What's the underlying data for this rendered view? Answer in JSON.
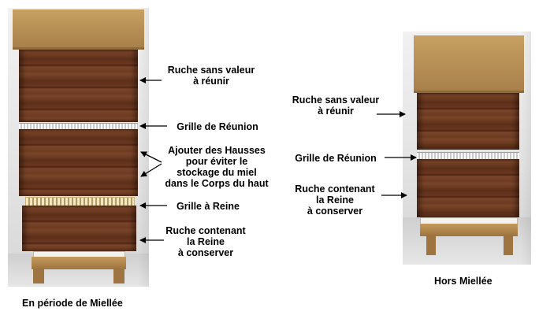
{
  "left_panel": {
    "caption": "En période de Miellée",
    "labels": {
      "ruche_sans_valeur": {
        "line1": "Ruche sans valeur",
        "line2": "à réunir"
      },
      "grille_reunion": "Grille de Réunion",
      "ajouter_hausses": {
        "line1": "Ajouter des Hausses",
        "line2": "pour éviter le",
        "line3": "stockage du miel",
        "line4": "dans le Corps du haut"
      },
      "grille_reine": "Grille à Reine",
      "ruche_contenant": {
        "line1": "Ruche contenant",
        "line2": "la Reine",
        "line3": "à conserver"
      }
    }
  },
  "right_panel": {
    "caption": "Hors Miellée",
    "labels": {
      "ruche_sans_valeur": {
        "line1": "Ruche sans valeur",
        "line2": "à réunir"
      },
      "grille_reunion": "Grille de Réunion",
      "ruche_contenant": {
        "line1": "Ruche contenant",
        "line2": "la Reine",
        "line3": "à conserver"
      }
    }
  },
  "colors": {
    "hive_body": "#6e3b22",
    "lid": "#b08a52",
    "grille_reunion": "#ffffff",
    "grille_reine": "#f3e7c2"
  }
}
